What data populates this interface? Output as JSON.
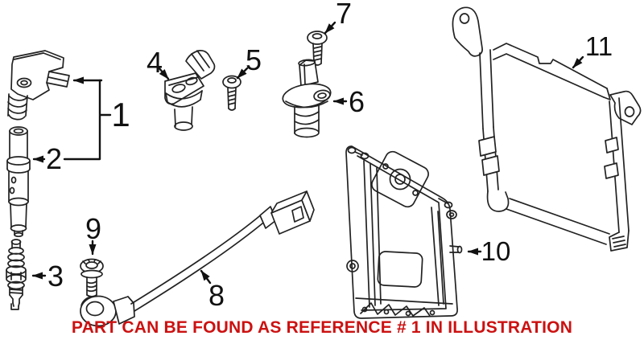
{
  "diagram": {
    "background": "#ffffff",
    "line_color": "#222222",
    "callouts": [
      "1",
      "2",
      "3",
      "4",
      "5",
      "6",
      "7",
      "8",
      "9",
      "10",
      "11"
    ],
    "parts": [
      {
        "callout": "1",
        "name": "ignition-coil"
      },
      {
        "callout": "2",
        "name": "coil-boot-connector"
      },
      {
        "callout": "3",
        "name": "spark-plug"
      },
      {
        "callout": "4",
        "name": "camshaft-position-sensor"
      },
      {
        "callout": "5",
        "name": "sensor-mounting-screw"
      },
      {
        "callout": "6",
        "name": "crankshaft-position-sensor"
      },
      {
        "callout": "7",
        "name": "sensor-mounting-screw"
      },
      {
        "callout": "8",
        "name": "knock-sensor-with-harness"
      },
      {
        "callout": "9",
        "name": "knock-sensor-bolt"
      },
      {
        "callout": "10",
        "name": "engine-control-module"
      },
      {
        "callout": "11",
        "name": "control-module-bracket"
      }
    ],
    "caption": {
      "text": "PART CAN BE FOUND AS REFERENCE # 1 IN ILLUSTRATION",
      "color": "#cc1111"
    }
  }
}
